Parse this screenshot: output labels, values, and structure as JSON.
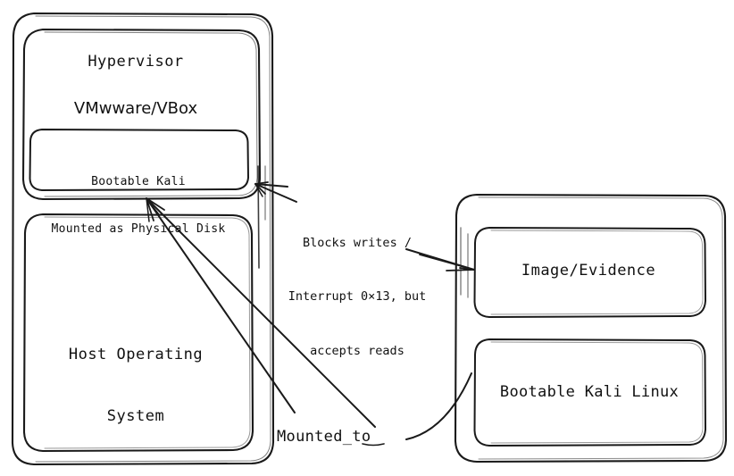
{
  "diagram": {
    "title": "Bootable Kali mounted as physical disk via hypervisor",
    "background": "#ffffff",
    "stroke_color": "#1a1a1a",
    "text_color": "#111111",
    "containers": [
      {
        "id": "host-machine",
        "label": "",
        "children": [
          "hypervisor",
          "host-operating-system"
        ]
      },
      {
        "id": "evidence-machine",
        "label": "",
        "children": [
          "image-evidence",
          "bootable-kali-linux"
        ]
      }
    ],
    "nodes": {
      "hypervisor": {
        "title": "Hypervisor",
        "subtitle": "VMwware/VBox"
      },
      "bootable_kali_vm": {
        "line1": "Bootable Kali",
        "line2": "Mounted as Physical Disk"
      },
      "host_os": {
        "line1": "Host Operating",
        "line2": "System"
      },
      "image_evidence": {
        "label": "Image/Evidence"
      },
      "bootable_kali_linux": {
        "label": "Bootable Kali Linux"
      }
    },
    "edges": {
      "blocks_writes": {
        "line1": "Blocks writes /",
        "line2": "Interrupt 0×13, but",
        "line3": "accepts reads"
      },
      "mounted_to": {
        "label": "Mounted_to"
      }
    }
  }
}
